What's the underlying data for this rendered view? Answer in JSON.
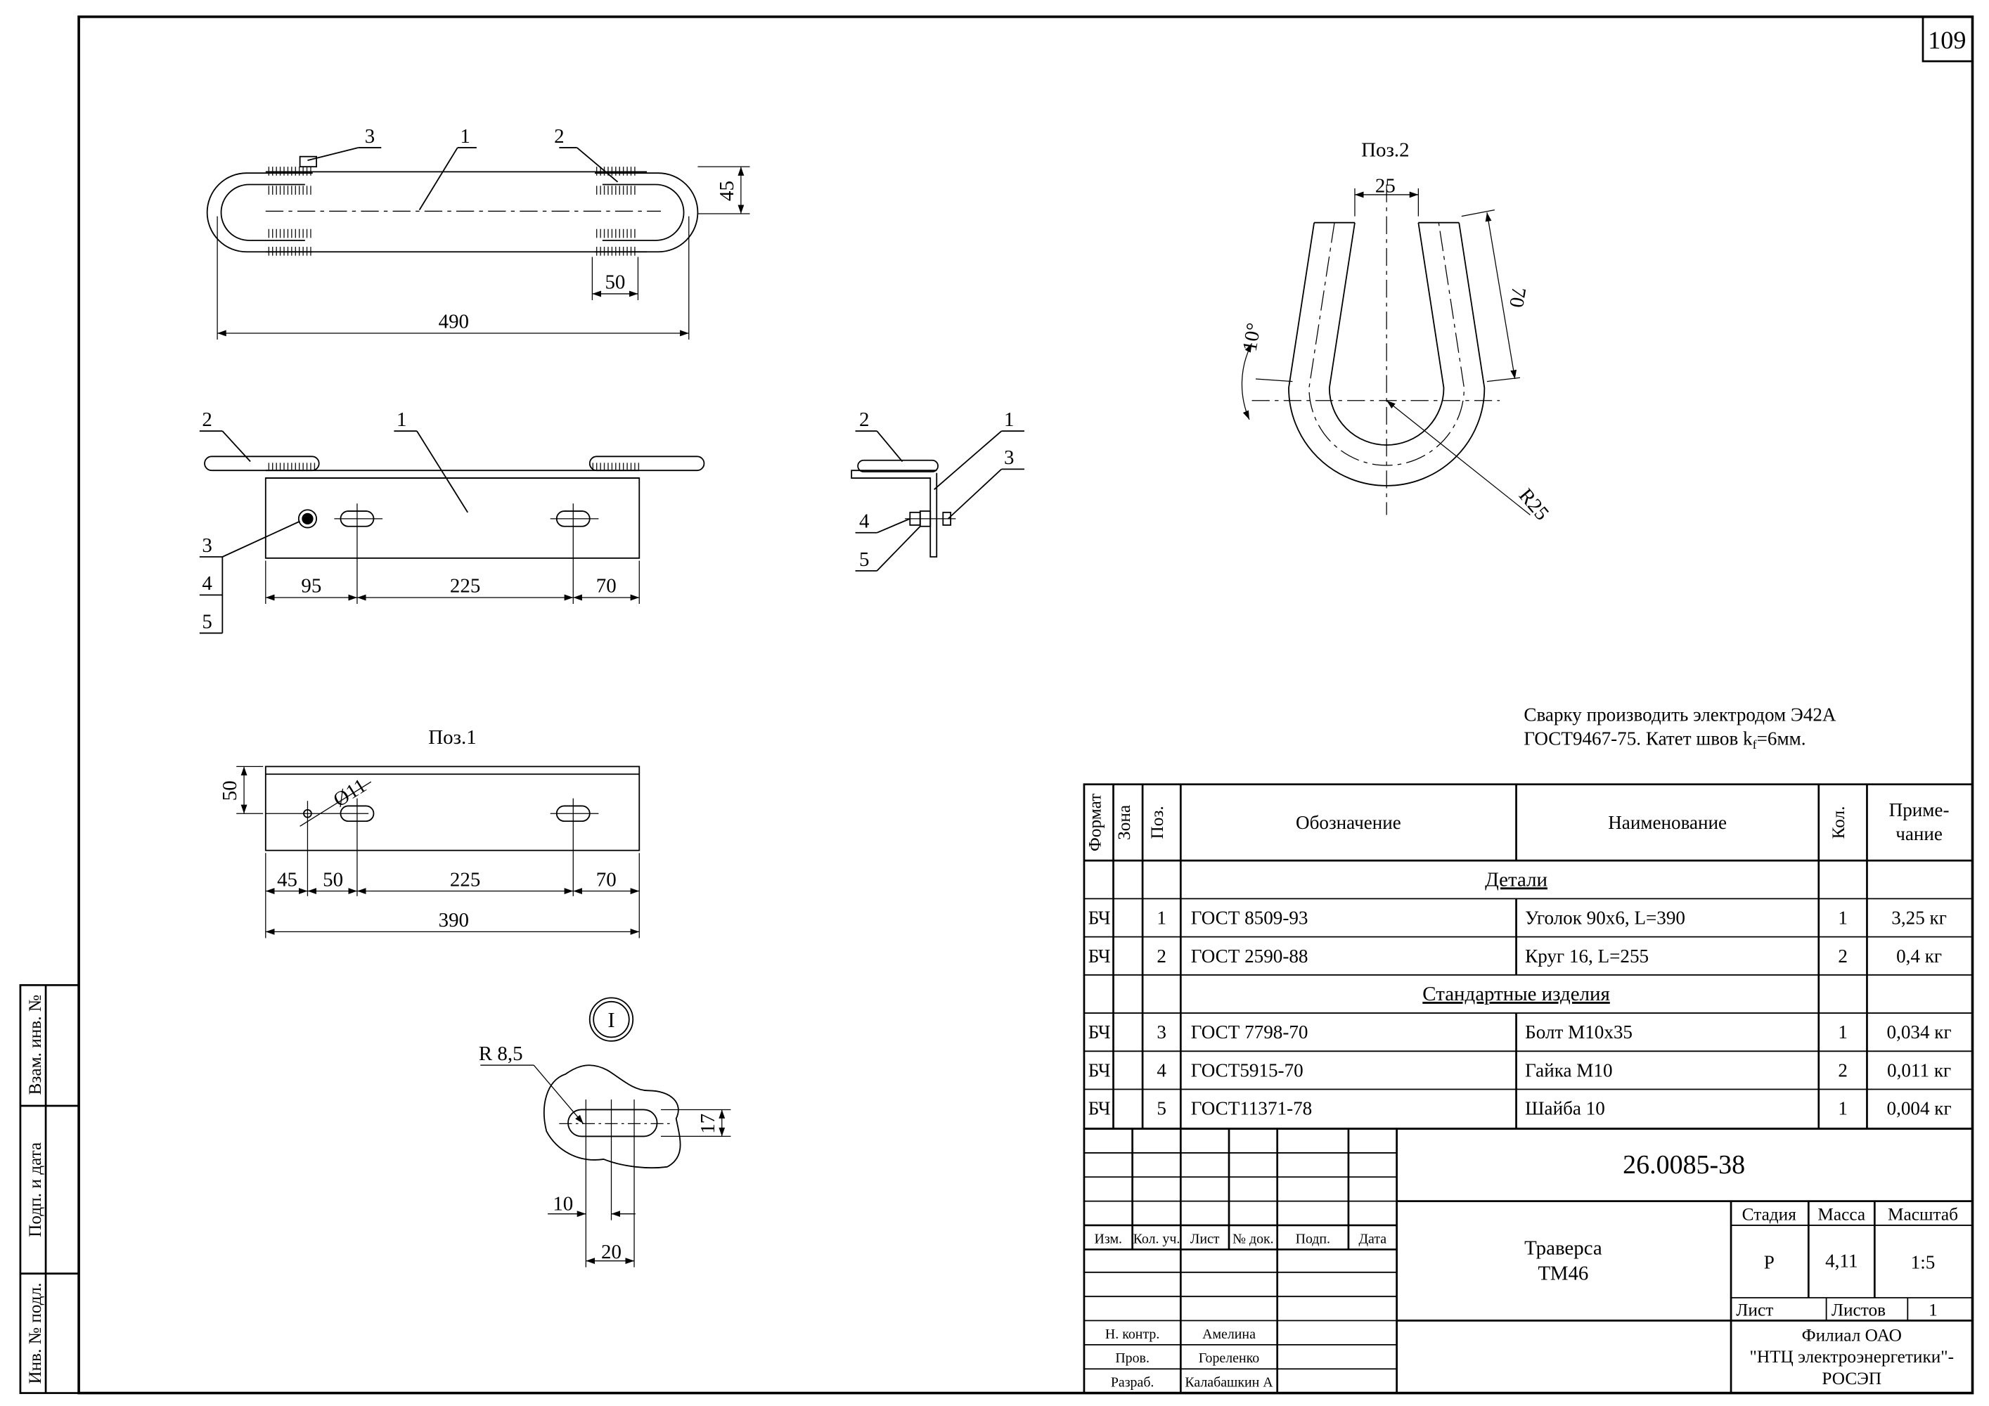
{
  "sheet": {
    "page_number": "109"
  },
  "views": {
    "main": {
      "callouts": [
        "3",
        "1",
        "2"
      ],
      "dim_height": "45",
      "dim_end": "50",
      "dim_total": "490"
    },
    "front": {
      "callouts": [
        "2",
        "1",
        "3",
        "4",
        "5"
      ],
      "dims": [
        "95",
        "225",
        "70"
      ]
    },
    "side": {
      "callouts": [
        "2",
        "1",
        "3",
        "4",
        "5"
      ]
    },
    "pos1": {
      "title": "Поз.1",
      "dim_width": "50",
      "dim_hole": "Ø11",
      "dims": [
        "45",
        "50",
        "225",
        "70"
      ],
      "dim_total": "390"
    },
    "pos2": {
      "title": "Поз.2",
      "dim_gap": "25",
      "dim_leg": "70",
      "dim_angle": "10°",
      "dim_radius": "R25"
    },
    "detail": {
      "marker": "I",
      "dim_radius": "R 8,5",
      "dim_height": "17",
      "dim_small": "10",
      "dim_length": "20"
    }
  },
  "note": {
    "line1": "Сварку производить электродом Э42А",
    "line2_part1": "ГОСТ9467-75. Катет швов k",
    "line2_sub": "f",
    "line2_part2": "=6мм."
  },
  "spec": {
    "headers": {
      "format": "Формат",
      "zone": "Зона",
      "pos": "Поз.",
      "designation": "Обозначение",
      "name": "Наименование",
      "qty": "Кол.",
      "note1": "Приме-",
      "note2": "чание"
    },
    "section_parts": "Детали",
    "section_standard": "Стандартные изделия",
    "rows": [
      {
        "format": "БЧ",
        "pos": "1",
        "designation": "ГОСТ 8509-93",
        "name": "Уголок 90х6, L=390",
        "qty": "1",
        "note": "3,25 кг"
      },
      {
        "format": "БЧ",
        "pos": "2",
        "designation": "ГОСТ 2590-88",
        "name": "Круг 16, L=255",
        "qty": "2",
        "note": "0,4 кг"
      },
      {
        "format": "БЧ",
        "pos": "3",
        "designation": "ГОСТ 7798-70",
        "name": "Болт М10х35",
        "qty": "1",
        "note": "0,034 кг"
      },
      {
        "format": "БЧ",
        "pos": "4",
        "designation": "ГОСТ5915-70",
        "name": "Гайка М10",
        "qty": "2",
        "note": "0,011 кг"
      },
      {
        "format": "БЧ",
        "pos": "5",
        "designation": "ГОСТ11371-78",
        "name": "Шайба 10",
        "qty": "1",
        "note": "0,004 кг"
      }
    ]
  },
  "title_block": {
    "code": "26.0085-38",
    "name1": "Траверса",
    "name2": "ТМ46",
    "stage_label": "Стадия",
    "mass_label": "Масса",
    "scale_label": "Масштаб",
    "stage": "Р",
    "mass": "4,11",
    "scale": "1:5",
    "sheet_label": "Лист",
    "sheets_label": "Листов",
    "sheets": "1",
    "org1": "Филиал ОАО",
    "org2": "\"НТЦ электроэнергетики\"-",
    "org3": "РОСЭП",
    "rev_headers": [
      "Изм.",
      "Кол. уч.",
      "Лист",
      "№ док.",
      "Подп.",
      "Дата"
    ],
    "roles": [
      "Н. контр.",
      "Пров.",
      "Разраб."
    ],
    "names": [
      "Амелина",
      "Гореленко",
      "Калабашкин А"
    ]
  },
  "side_stamps": [
    "Взам. инв. №",
    "Подп. и дата",
    "Инв. № подл."
  ]
}
